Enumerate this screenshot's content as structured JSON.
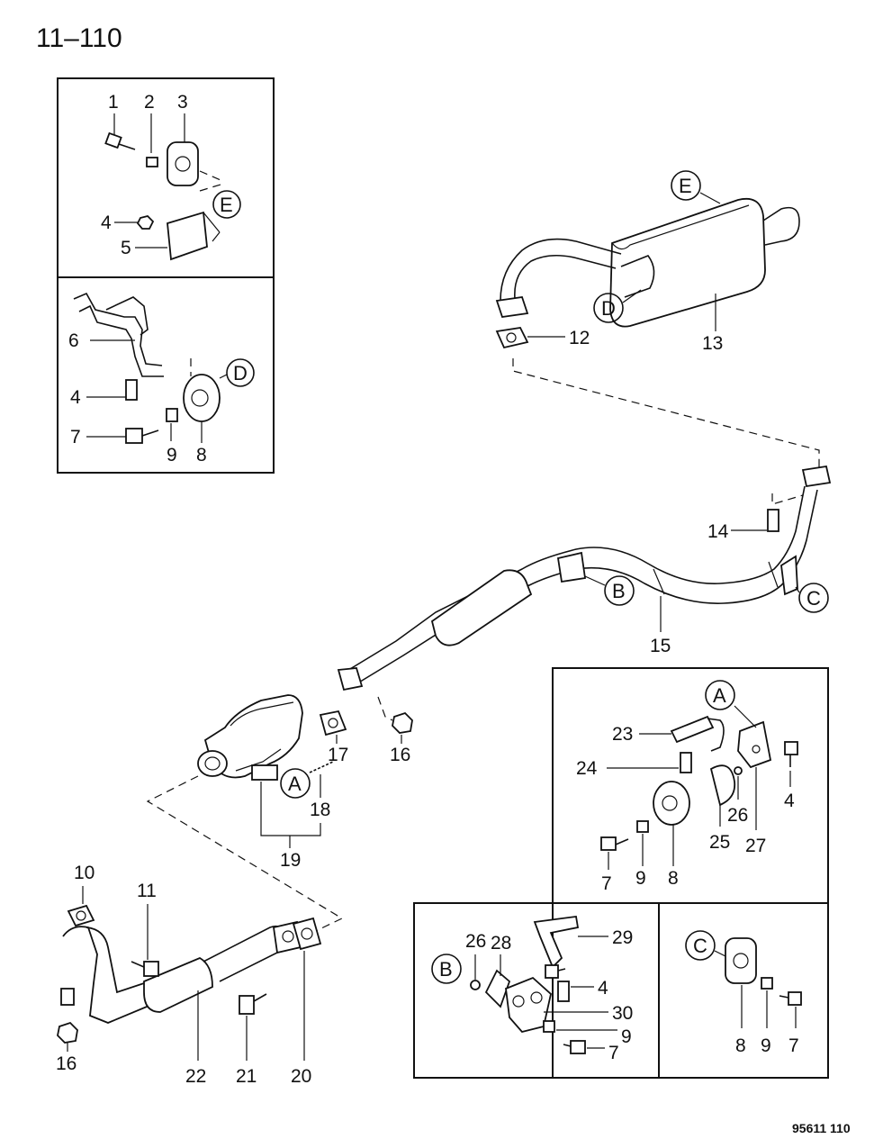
{
  "page_code": "11–110",
  "figure_code": "95611 110",
  "callouts": {
    "c1": "1",
    "c2": "2",
    "c3": "3",
    "c4a": "4",
    "c5": "5",
    "c6": "6",
    "c4b": "4",
    "c7a": "7",
    "c9a": "9",
    "c8a": "8",
    "c12": "12",
    "c13": "13",
    "c14": "14",
    "c15": "15",
    "c16a": "16",
    "c17": "17",
    "c18": "18",
    "c19": "19",
    "c10": "10",
    "c11": "11",
    "c16b": "16",
    "c22": "22",
    "c21": "21",
    "c20": "20",
    "c23": "23",
    "c24": "24",
    "c4c": "4",
    "c26a": "26",
    "c25": "25",
    "c27": "27",
    "c7b": "7",
    "c9b": "9",
    "c8b": "8",
    "c26b": "26",
    "c28": "28",
    "c29": "29",
    "c4d": "4",
    "c30": "30",
    "c9c": "9",
    "c7c": "7",
    "c8c": "8",
    "c9d": "9",
    "c7d": "7"
  },
  "letters": {
    "E1": "E",
    "D1": "D",
    "E2": "E",
    "D2": "D",
    "B1": "B",
    "C1": "C",
    "A1": "A",
    "A2": "A",
    "B2": "B",
    "C2": "C"
  }
}
